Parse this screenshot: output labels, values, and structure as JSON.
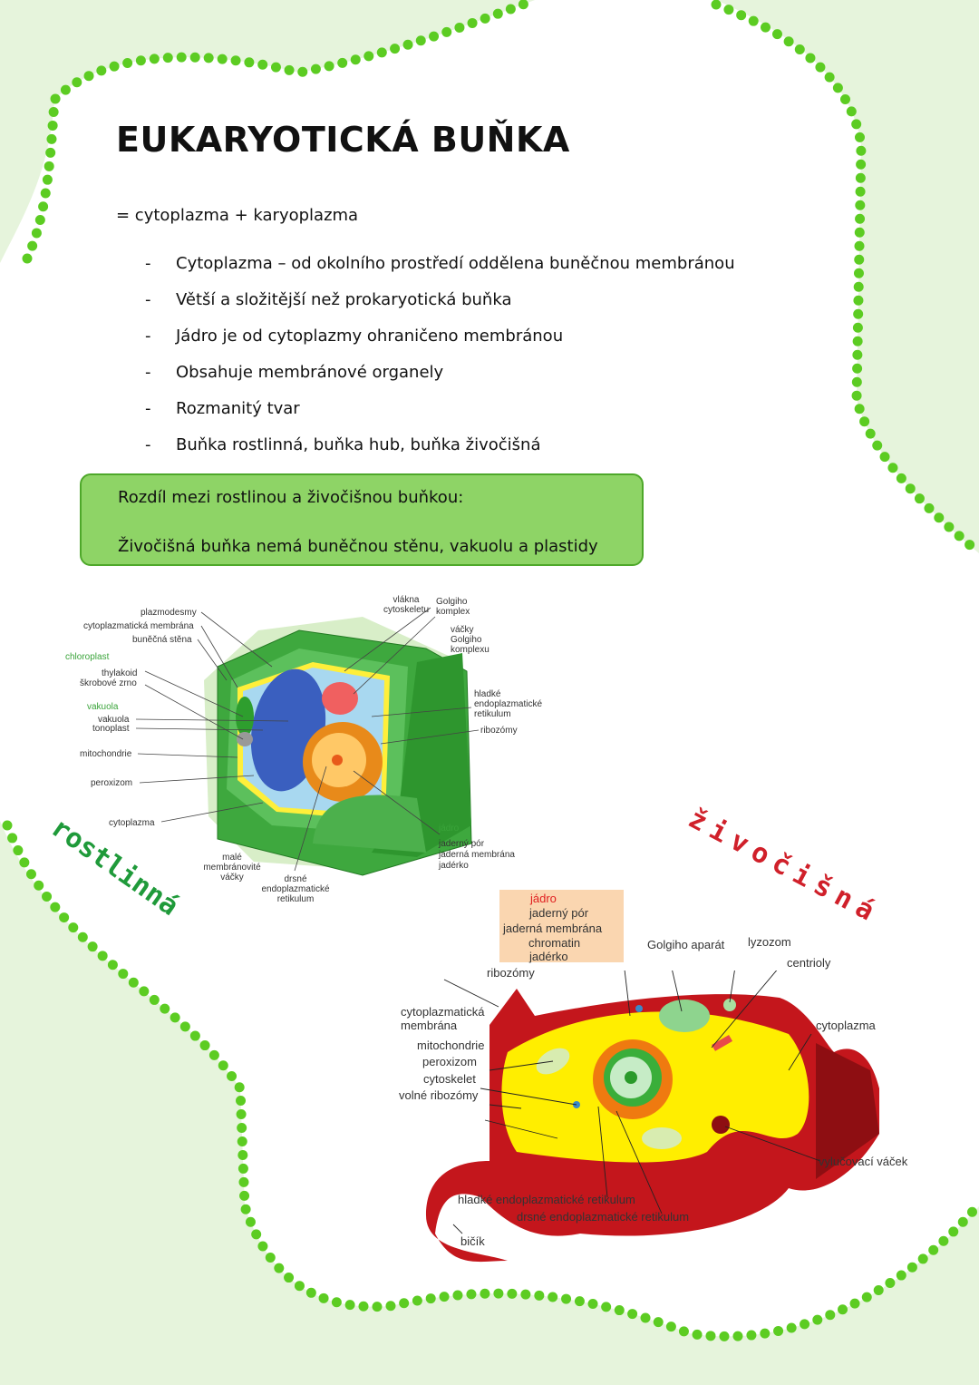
{
  "title": "EUKARYOTICKÁ BUŇKA",
  "formula": "= cytoplazma + karyoplazma",
  "bullets": [
    "Cytoplazma – od okolního prostředí oddělena buněčnou membránou",
    "Větší a složitější než prokaryotická buňka",
    "Jádro je od cytoplazmy ohraničeno membránou",
    "Obsahuje membránové organely",
    "Rozmanitý tvar",
    "Buňka rostlinná, buňka hub, buňka živočišná"
  ],
  "bullet_marker": "-",
  "difference_box": {
    "heading": "Rozdíl mezi rostlinou a živočišnou buňkou:",
    "text": "Živočišná buňka nemá buněčnou stěnu, vakuolu a plastidy"
  },
  "plant_cell": {
    "handwritten": "rostlinná",
    "labels": {
      "plazmodesmy": "plazmodesmy",
      "cyto_membrana": "cytoplazmatická membrána",
      "stena": "buněčná stěna",
      "chloroplast": "chloroplast",
      "thylakoid": "thylakoid",
      "skrob": "škrobové zrno",
      "vakuola_group": "vakuola",
      "vakuola": "vakuola",
      "tonoplast": "tonoplast",
      "mitochondrie": "mitochondrie",
      "peroxizom": "peroxizom",
      "cytoplazma": "cytoplazma",
      "male": "malé membránovité váčky",
      "drsne": "drsné endoplazmatické retikulum",
      "vlakna": "vlákna cytoskeletu",
      "golgi": "Golgiho komplex",
      "vacky_golgi": "váčky Golgiho komplexu",
      "hladke": "hladké endoplazmatické retikulum",
      "ribozomy": "ribozómy",
      "jadro": "jádro",
      "jaderny_por": "jaderný pór",
      "jaderna_membrana": "jaderná membrána",
      "jaderko": "jadérko"
    }
  },
  "animal_cell": {
    "handwritten": "živočišná",
    "labels": {
      "jadro": "jádro",
      "jaderny_por": "jaderný pór",
      "jaderna_membrana": "jaderná membrána",
      "chromatin": "chromatin",
      "jaderko": "jadérko",
      "ribozomy": "ribozómy",
      "golgi": "Golgiho aparát",
      "lyzozom": "lyzozom",
      "centrioly": "centrioly",
      "cyto_membrana": "cytoplazmatická membrána",
      "mitochondrie": "mitochondrie",
      "peroxizom": "peroxizom",
      "cytoskelet": "cytoskelet",
      "volne": "volné ribozómy",
      "cytoplazma": "cytoplazma",
      "vylucovaci": "vylučovací váček",
      "hladke": "hladké endoplazmatické retikulum",
      "drsne": "drsné endoplazmatické retikulum",
      "bicik": "bičík"
    }
  },
  "colors": {
    "dots": "#5ccc22",
    "bg_green": "#e6f4dc",
    "box": "#8ed466"
  }
}
